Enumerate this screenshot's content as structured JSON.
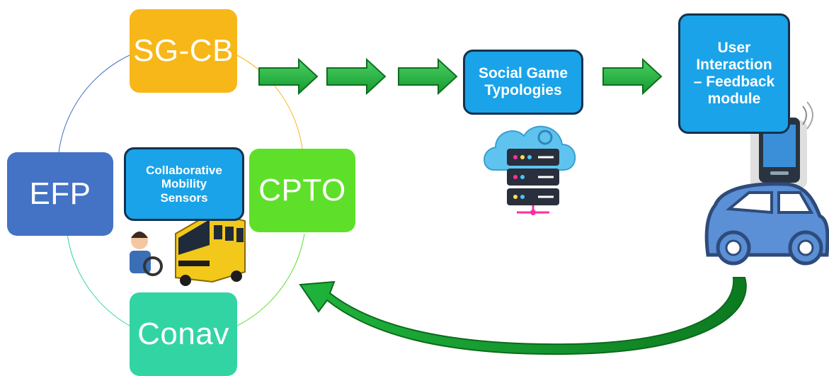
{
  "nodes": {
    "sgcb": "SG-CB",
    "efp": "EFP",
    "cpto": "CPTO",
    "conav": "Conav"
  },
  "callouts": {
    "collab_line1": "Collaborative",
    "collab_line2": "Mobility",
    "collab_line3": "Sensors",
    "sgt_line1": "Social Game",
    "sgt_line2": "Typologies",
    "ui_line1": "User",
    "ui_line2": "Interaction",
    "ui_line3": "– Feedback",
    "ui_line4": "module"
  },
  "colors": {
    "sgcb": "#f7b719",
    "efp": "#4472c4",
    "cpto": "#5ee02b",
    "conav": "#33d4a4",
    "callout_fill": "#1aa3e8",
    "callout_border": "#14314f",
    "arrow_green": "#1fa83a",
    "arrow_dark_green": "#0d7a1f",
    "bus_yellow": "#f2c81a",
    "car_blue": "#5b8fd6",
    "server_dark": "#2a2f3d",
    "cloud_blue": "#5fc3f0"
  },
  "icons": [
    "driver-icon",
    "school-bus-icon",
    "cloud-server-icon",
    "smartphone-icon",
    "car-icon"
  ]
}
